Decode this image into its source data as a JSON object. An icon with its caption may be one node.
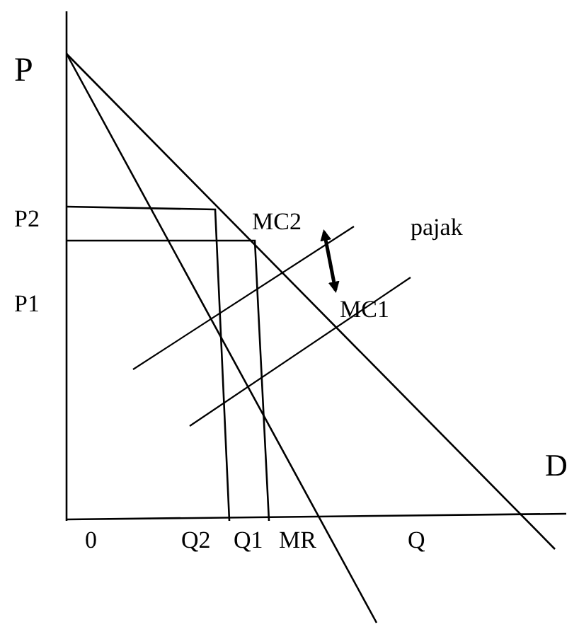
{
  "diagram": {
    "labels": [
      "P",
      "P2",
      "MC2",
      "pajak",
      "P1",
      "MC1",
      "D",
      "0",
      "Q2",
      "Q1",
      "MR",
      "Q"
    ]
  }
}
